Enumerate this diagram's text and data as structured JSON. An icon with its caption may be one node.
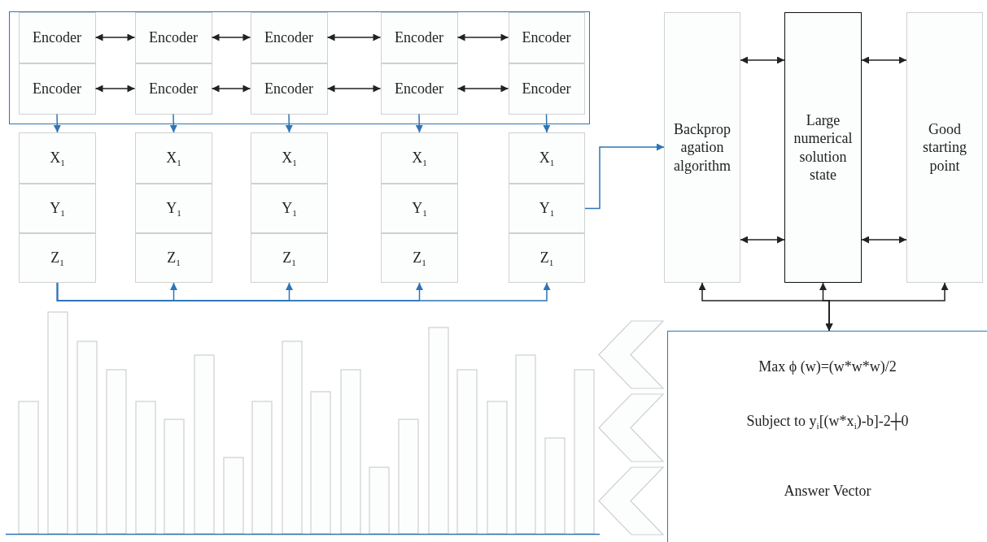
{
  "diagram": {
    "nodes": [
      {
        "text": [],
        "shape": "box"
      },
      {
        "text": [
          "Encoder"
        ],
        "in": 0
      },
      {
        "text": [
          "Encoder"
        ],
        "in": 0
      },
      {
        "text": [
          "Encoder"
        ],
        "in": 0
      },
      {
        "text": [
          "Encoder"
        ],
        "in": 0
      },
      {
        "text": [
          "Encoder"
        ],
        "in": 0
      },
      {
        "text": [
          "Encoder"
        ],
        "in": 0
      },
      {
        "text": [
          "Encoder"
        ],
        "in": 0
      },
      {
        "text": [
          "Encoder"
        ],
        "in": 0
      },
      {
        "text": [
          "Encoder"
        ],
        "in": 0
      },
      {
        "text": [
          "Encoder"
        ],
        "in": 0
      },
      {
        "text": [
          "X$_{1}$"
        ]
      },
      {
        "text": [
          "X$_{1}$"
        ]
      },
      {
        "text": [
          "X$_{1}$"
        ]
      },
      {
        "text": [
          "X$_{1}$"
        ]
      },
      {
        "text": [
          "X$_{1}$"
        ]
      },
      {
        "text": [
          "Y$_{1}$"
        ]
      },
      {
        "text": [
          "Y$_{1}$"
        ]
      },
      {
        "text": [
          "Y$_{1}$"
        ]
      },
      {
        "text": [
          "Y$_{1}$"
        ]
      },
      {
        "text": [
          "Y$_{1}$"
        ]
      },
      {
        "text": [
          "Z$_{1}$"
        ]
      },
      {
        "text": [
          "Z$_{1}$"
        ]
      },
      {
        "text": [
          "Z$_{1}$"
        ]
      },
      {
        "text": [
          "Z$_{1}$"
        ]
      },
      {
        "text": [
          "Z$_{1}$"
        ]
      },
      {
        "text": [
          "Backprop agation algorithm"
        ]
      },
      {
        "text": [
          "Large numerical solution state"
        ]
      },
      {
        "text": [
          "Good starting point"
        ]
      },
      {
        "text": [
          "Max ϕ (w)=(w*w*w)/2",
          "Subject to y$_{i}$[(w*x$_{i}$)-b]-2┼0",
          "Answer Vector"
        ]
      }
    ],
    "edges": [
      {
        "from": 1,
        "to": 2,
        "arrow": "both"
      },
      {
        "from": 2,
        "to": 3,
        "arrow": "both"
      },
      {
        "from": 3,
        "to": 4,
        "arrow": "both"
      },
      {
        "from": 4,
        "to": 5,
        "arrow": "both"
      },
      {
        "from": 6,
        "to": 7,
        "arrow": "both"
      },
      {
        "from": 7,
        "to": 8,
        "arrow": "both"
      },
      {
        "from": 8,
        "to": 9,
        "arrow": "both"
      },
      {
        "from": 9,
        "to": 10,
        "arrow": "both"
      },
      {
        "from": 6,
        "to": 11,
        "arrow": "to",
        "color": "#2e75b6"
      },
      {
        "from": 7,
        "to": 12,
        "arrow": "to",
        "color": "#2e75b6"
      },
      {
        "from": 8,
        "to": 13,
        "arrow": "to",
        "color": "#2e75b6"
      },
      {
        "from": 9,
        "to": 14,
        "arrow": "to",
        "color": "#2e75b6"
      },
      {
        "from": 10,
        "to": 15,
        "arrow": "to",
        "color": "#2e75b6"
      },
      {
        "from": 21,
        "to": 22,
        "arrow": "to",
        "color": "#2e75b6"
      },
      {
        "from": 21,
        "to": 23,
        "arrow": "to",
        "color": "#2e75b6"
      },
      {
        "from": 21,
        "to": 24,
        "arrow": "to",
        "color": "#2e75b6"
      },
      {
        "from": 21,
        "to": 25,
        "arrow": "to",
        "color": "#2e75b6"
      },
      {
        "from": 20,
        "to": 26,
        "arrow": "to",
        "color": "#2e75b6"
      },
      {
        "from": 26,
        "to": 27,
        "arrow": "both"
      },
      {
        "from": 26,
        "to": 27,
        "arrow": "both"
      },
      {
        "from": 27,
        "to": 28,
        "arrow": "both"
      },
      {
        "from": 27,
        "to": 28,
        "arrow": "both"
      },
      {
        "from": 29,
        "to": 26,
        "arrow": "both"
      },
      {
        "from": 29,
        "to": 27,
        "arrow": "both"
      },
      {
        "from": 29,
        "to": 28,
        "arrow": "both"
      }
    ]
  }
}
